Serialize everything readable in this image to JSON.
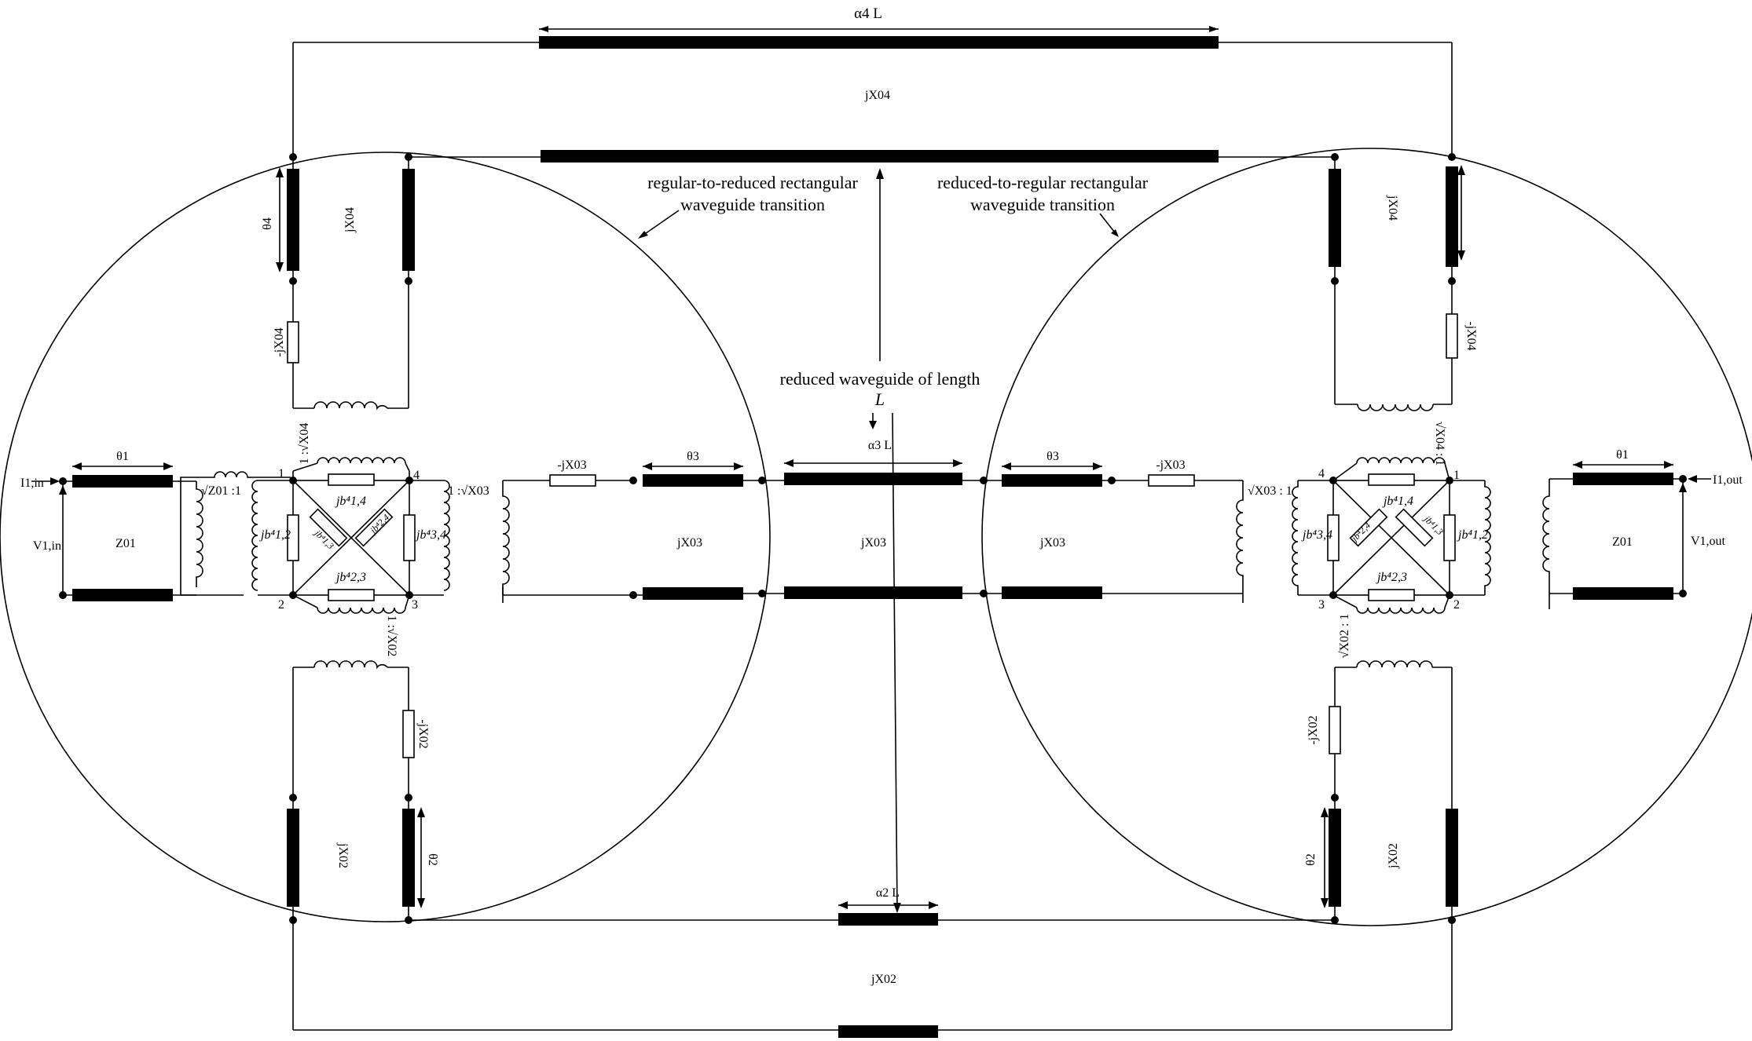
{
  "labels": {
    "a4L": "α4 L",
    "a3L": "α3 L",
    "a2L": "α2 L",
    "jX04": "jX04",
    "jX03": "jX03",
    "jX02": "jX02",
    "negjX04": "-jX04",
    "negjX03": "-jX03",
    "negjX02": "-jX02",
    "theta1": "θ1",
    "theta2": "θ2",
    "theta3": "θ3",
    "theta4": "θ4",
    "Z01": "Z01",
    "I1in": "I1,in",
    "V1in": "V1,in",
    "I1out": "I1,out",
    "V1out": "V1,out",
    "ratioZ01": "√Z01 :1",
    "ratioX04": "1 :√X04",
    "ratioX03": "1 :√X03",
    "ratioX02": "1 :√X02",
    "ratioX03r": "√X03 : 1",
    "ratioX04r": "√X04 : 1",
    "ratioX02r": "√X02 : 1",
    "b14": "jb⁴1,4",
    "b24": "jb⁴2,4",
    "b13": "jb⁴1,3",
    "b12": "jb⁴1,2",
    "b34": "jb⁴3,4",
    "b23": "jb⁴2,3",
    "n1": "1",
    "n2": "2",
    "n3": "3",
    "n4": "4",
    "transLeft1": "regular-to-reduced rectangular",
    "transLeft2": "waveguide transition",
    "transRight1": "reduced-to-regular rectangular",
    "transRight2": "waveguide transition",
    "reduced1": "reduced waveguide of length",
    "reduced2": "L"
  }
}
